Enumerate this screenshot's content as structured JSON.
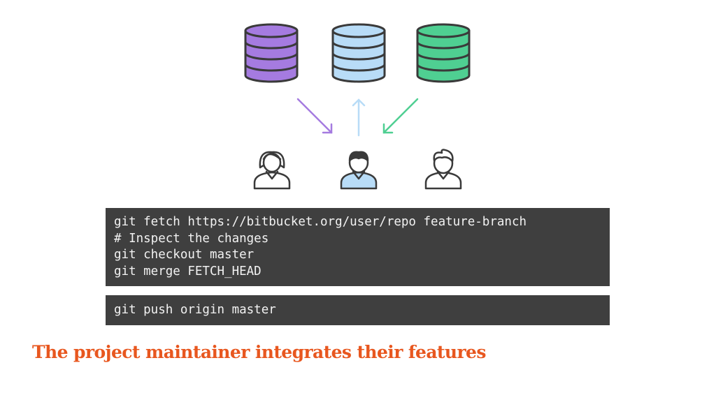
{
  "colors": {
    "repo_left": "#a57be0",
    "repo_center": "#b8dcf7",
    "repo_right": "#4fcf92",
    "outline": "#3a3a3a",
    "code_bg": "#3f3f3f",
    "code_fg": "#f2f2f2",
    "caption": "#e8571f"
  },
  "diagram": {
    "repositories": [
      {
        "icon": "database-icon",
        "color": "purple"
      },
      {
        "icon": "database-icon",
        "color": "light-blue"
      },
      {
        "icon": "database-icon",
        "color": "green"
      }
    ],
    "people": [
      {
        "icon": "developer-female-icon",
        "highlighted": false
      },
      {
        "icon": "maintainer-icon",
        "highlighted": true
      },
      {
        "icon": "developer-male-icon",
        "highlighted": false
      }
    ],
    "arrows": [
      {
        "icon": "arrow-down-right-icon",
        "color": "purple"
      },
      {
        "icon": "arrow-up-icon",
        "color": "light-blue"
      },
      {
        "icon": "arrow-down-left-icon",
        "color": "green"
      }
    ]
  },
  "code": {
    "fetch_block": [
      "git fetch https://bitbucket.org/user/repo feature-branch",
      "# Inspect the changes",
      "git checkout master",
      "git merge FETCH_HEAD"
    ],
    "push_block": [
      "git push origin master"
    ]
  },
  "caption": "The project maintainer integrates their features"
}
